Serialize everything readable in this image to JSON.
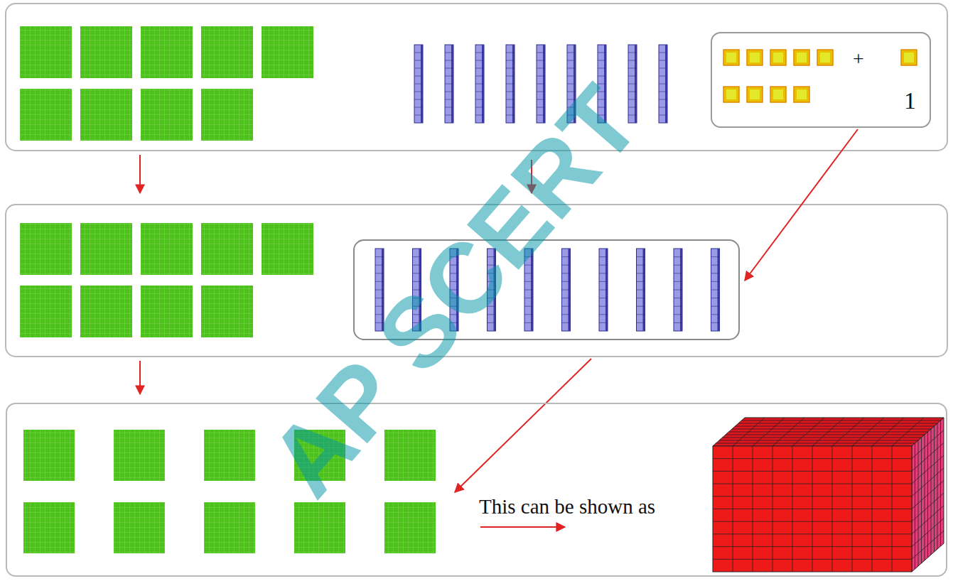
{
  "diagram": {
    "nodes": [
      {
        "text": [
          "+",
          "1"
        ]
      },
      {
        "text": [
          "This can be shown as"
        ]
      }
    ],
    "labels": [
      "AP SCERT"
    ]
  }
}
